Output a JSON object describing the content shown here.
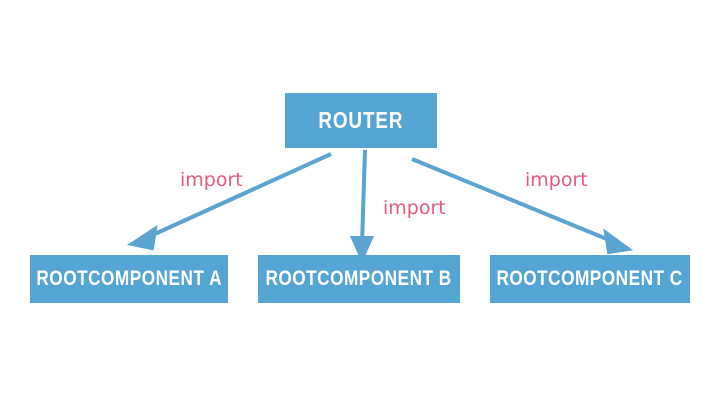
{
  "diagram": {
    "type": "flow-diagram",
    "background_color": "#ffffff",
    "node_fill_color": "#55a5d4",
    "node_text_color": "#ffffff",
    "edge_color": "#5ba3d0",
    "edge_label_color": "#e35a7e",
    "nodes": [
      {
        "id": "router",
        "label": "ROUTER"
      },
      {
        "id": "root_a",
        "label": "ROOTCOMPONENT A"
      },
      {
        "id": "root_b",
        "label": "ROOTCOMPONENT B"
      },
      {
        "id": "root_c",
        "label": "ROOTCOMPONENT C"
      }
    ],
    "edges": [
      {
        "id": "edge_left",
        "from": "router",
        "to": "root_a",
        "label": "import"
      },
      {
        "id": "edge_center",
        "from": "router",
        "to": "root_b",
        "label": "import"
      },
      {
        "id": "edge_right",
        "from": "router",
        "to": "root_c",
        "label": "import"
      }
    ]
  }
}
